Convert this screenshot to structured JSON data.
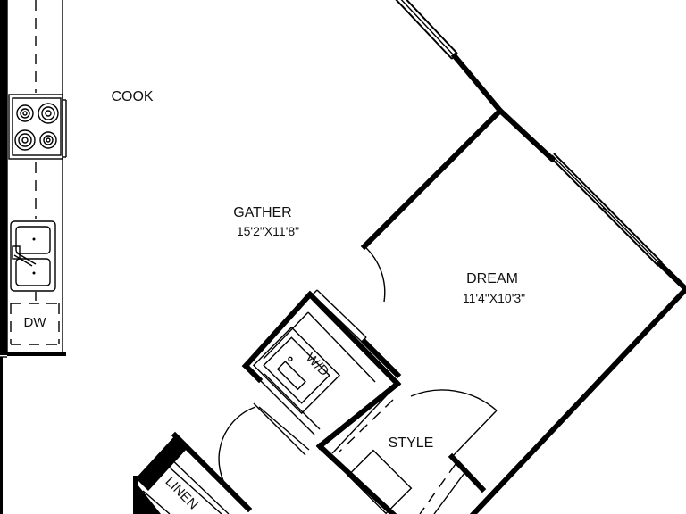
{
  "rooms": {
    "cook": {
      "label": "COOK"
    },
    "gather": {
      "label": "GATHER",
      "dimensions": "15'2\"X11'8\""
    },
    "dream": {
      "label": "DREAM",
      "dimensions": "11'4\"X10'3\""
    },
    "style": {
      "label": "STYLE"
    }
  },
  "fixtures": {
    "dishwasher": "DW",
    "washer_dryer": "W/D",
    "linen": "LINEN"
  },
  "colors": {
    "wall": "#000000",
    "background": "#ffffff"
  }
}
